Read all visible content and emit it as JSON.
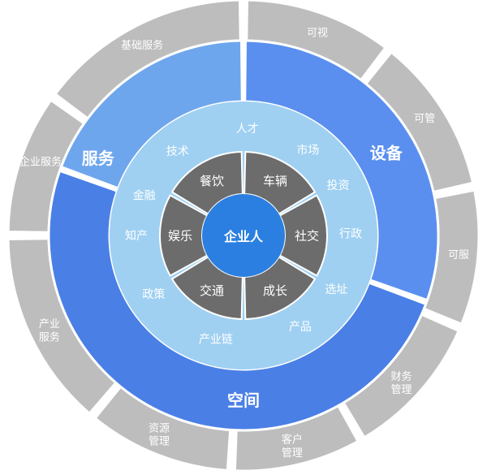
{
  "center": {
    "label": "企业人",
    "color": "#2b7fe0"
  },
  "ring1": {
    "color": "#6c6c6c",
    "items": [
      "餐饮",
      "车辆",
      "社交",
      "成长",
      "交通",
      "娱乐"
    ]
  },
  "ring2": {
    "color": "#9fd0f2",
    "items": [
      "人才",
      "市场",
      "投资",
      "行政",
      "选址",
      "产品",
      "产业链",
      "政策",
      "知产",
      "金融",
      "技术"
    ]
  },
  "ring3": {
    "sectors": [
      {
        "label": "服务",
        "color": "#6ea6ee"
      },
      {
        "label": "设备",
        "color": "#5a8ff0"
      },
      {
        "label": "空间",
        "color": "#4a7fe6"
      }
    ]
  },
  "ring4": {
    "color": "#bdbdbd",
    "items": [
      "可视",
      "可管",
      "可服",
      "财务\n管理",
      "客户\n管理",
      "资源\n管理",
      "产业\n服务",
      "企业服务",
      "基础服务"
    ]
  }
}
